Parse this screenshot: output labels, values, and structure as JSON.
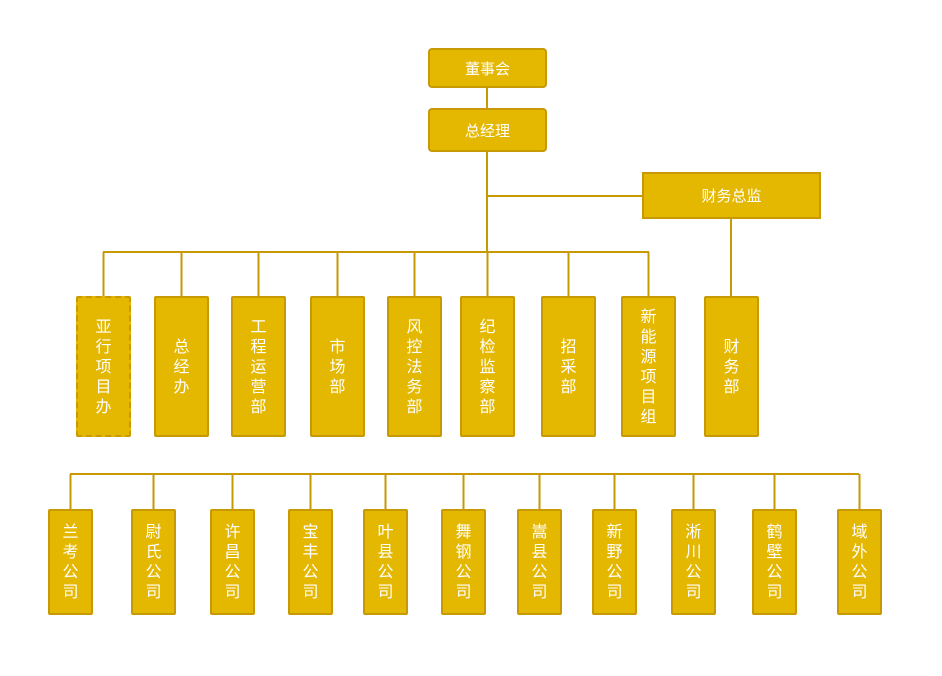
{
  "colors": {
    "box_fill": "#E4B700",
    "box_border": "#C79A04",
    "line": "#C79A04",
    "text": "#ffffff"
  },
  "top": {
    "board": "董事会",
    "gm": "总经理",
    "cfo": "财务总监"
  },
  "departments": [
    {
      "label": "亚行项目办",
      "dashed": true
    },
    {
      "label": "总经办"
    },
    {
      "label": "工程运营部"
    },
    {
      "label": "市场部"
    },
    {
      "label": "风控法务部"
    },
    {
      "label": "纪检监察部"
    },
    {
      "label": "招采部"
    },
    {
      "label": "新能源项目组"
    },
    {
      "label": "财务部"
    }
  ],
  "companies": [
    {
      "label": "兰考公司"
    },
    {
      "label": "尉氏公司"
    },
    {
      "label": "许昌公司"
    },
    {
      "label": "宝丰公司"
    },
    {
      "label": "叶县公司"
    },
    {
      "label": "舞钢公司"
    },
    {
      "label": "嵩县公司"
    },
    {
      "label": "新野公司"
    },
    {
      "label": "淅川公司"
    },
    {
      "label": "鹤壁公司"
    },
    {
      "label": "域外公司"
    }
  ]
}
